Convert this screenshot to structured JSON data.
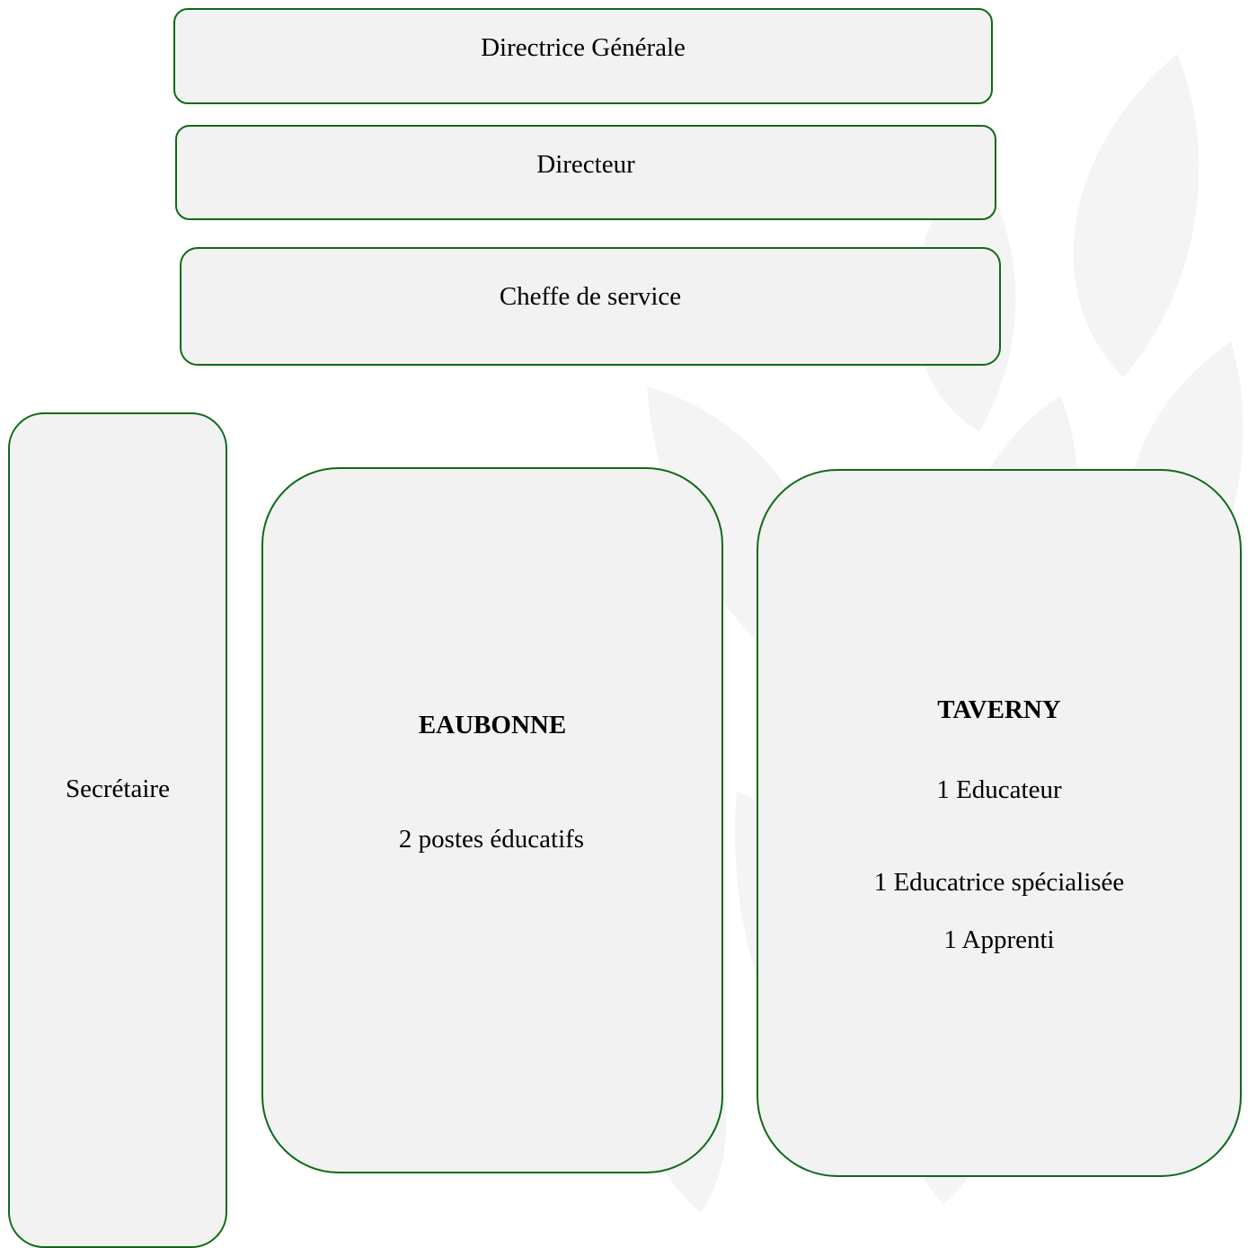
{
  "diagram": {
    "top_level": {
      "label": "Directrice Générale"
    },
    "director": {
      "label": "Directeur"
    },
    "head_of_service": {
      "label": "Cheffe de service"
    },
    "secretary": {
      "label": "Secrétaire"
    },
    "eaubonne": {
      "title": "EAUBONNE",
      "lines": [
        "2 postes éducatifs"
      ]
    },
    "taverny": {
      "title": "TAVERNY",
      "lines": [
        "1 Educateur",
        "1 Educatrice spécialisée",
        "1 Apprenti"
      ]
    }
  },
  "colors": {
    "box_border": "#0d6b17",
    "box_fill": "#f2f2f2",
    "watermark": "#f4f4f4"
  }
}
